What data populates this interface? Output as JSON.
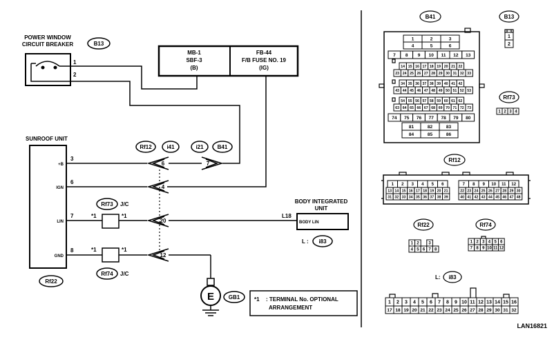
{
  "labels": {
    "breaker_title_1": "POWER WINDOW",
    "breaker_title_2": "CIRCUIT BREAKER",
    "breaker_pin1": "1",
    "breaker_pin2": "2",
    "b13_bubble": "B13",
    "fuse_left_1": "MB-1",
    "fuse_left_2": "SBF-3",
    "fuse_left_3": "(B)",
    "fuse_right_1": "FB-44",
    "fuse_right_2": "F/B FUSE NO. 19",
    "fuse_right_3": "(IG)",
    "sunroof_title": "SUNROOF UNIT",
    "pin_3": "3",
    "pin_6": "6",
    "pin_7": "7",
    "pin_8": "8",
    "term_b": "+B",
    "term_ign": "IGN",
    "term_lin": "LIN",
    "term_gnd": "GND",
    "rf22_bubble": "Rf22",
    "rf12_bubble": "Rf12",
    "i41_bubble": "i41",
    "i21_bubble": "i21",
    "b41_bubble": "B41",
    "conn_6": "6",
    "conn_7": "7",
    "conn_4": "4",
    "conn_20": "20",
    "conn_12": "12",
    "rf73_bubble": "Rf73",
    "rf74_bubble": "Rf74",
    "jc_1": "J/C",
    "jc_2": "J/C",
    "star1": "*1",
    "body_title_1": "BODY INTEGRATED",
    "body_title_2": "UNIT",
    "l18": "L18",
    "body_lin": "BODY LIN",
    "l_prefix": "L :",
    "i83_bubble": "i83",
    "gb1_bubble": "GB1",
    "ground_e": "E",
    "note_star": "*1",
    "note_1": ": TERMINAL No. OPTIONAL",
    "note_2": "ARRANGEMENT",
    "rp_b41": "B41",
    "rp_b13": "B13",
    "rp_rf73": "Rf73",
    "rp_rf12": "Rf12",
    "rp_rf22": "Rf22",
    "rp_rf74": "Rf74",
    "rp_l": "L:",
    "rp_i83": "i83",
    "code": "LAN16821"
  },
  "connectors": {
    "b41_top": [
      [
        "1",
        "2",
        "3"
      ],
      [
        "4",
        "5",
        "6"
      ],
      [
        "7",
        "8",
        "9",
        "10",
        "11",
        "12",
        "13"
      ]
    ],
    "b41_block1": [
      [
        "14",
        "15",
        "16",
        "17",
        "18",
        "19",
        "20",
        "21",
        "22"
      ],
      [
        "23",
        "24",
        "25",
        "26",
        "27",
        "28",
        "29",
        "30",
        "31",
        "32",
        "33"
      ]
    ],
    "b41_block2": [
      [
        "34",
        "35",
        "36",
        "37",
        "38",
        "39",
        "40",
        "41",
        "42"
      ],
      [
        "43",
        "44",
        "45",
        "46",
        "47",
        "48",
        "49",
        "50",
        "51",
        "52",
        "53"
      ]
    ],
    "b41_block3": [
      [
        "54",
        "55",
        "56",
        "57",
        "58",
        "59",
        "60",
        "61",
        "62"
      ],
      [
        "63",
        "64",
        "65",
        "66",
        "67",
        "68",
        "69",
        "70",
        "71",
        "72",
        "73"
      ]
    ],
    "b41_row4": [
      "74",
      "75",
      "76",
      "77",
      "78",
      "79",
      "80"
    ],
    "b41_bottom": [
      [
        "81",
        "82",
        "83"
      ],
      [
        "84",
        "85",
        "86"
      ]
    ],
    "b13": [
      "1",
      "2"
    ],
    "rf73": [
      "1",
      "2",
      "3",
      "4"
    ],
    "rf12_left": [
      [
        "1",
        "2",
        "3",
        "4",
        "5",
        "6"
      ],
      [
        "13",
        "14",
        "15",
        "16",
        "17",
        "18",
        "19",
        "20",
        "21"
      ],
      [
        "31",
        "32",
        "33",
        "34",
        "35",
        "36",
        "37",
        "38",
        "39"
      ]
    ],
    "rf12_right": [
      [
        "7",
        "8",
        "9",
        "10",
        "11",
        "12"
      ],
      [
        "22",
        "23",
        "24",
        "25",
        "26",
        "27",
        "28",
        "29",
        "30"
      ],
      [
        "40",
        "41",
        "42",
        "43",
        "44",
        "45",
        "46",
        "47",
        "48"
      ]
    ],
    "rf22": [
      [
        "1",
        "2",
        "",
        "3"
      ],
      [
        "4",
        "5",
        "6",
        "7",
        "8"
      ]
    ],
    "rf74": [
      [
        "1",
        "2",
        "3",
        "4",
        "5",
        "6"
      ],
      [
        "7",
        "8",
        "9",
        "10",
        "11",
        "12"
      ]
    ],
    "i83": [
      [
        "1",
        "2",
        "3",
        "4",
        "5",
        "6",
        "7",
        "8",
        "9",
        "10",
        "11",
        "12",
        "13",
        "14",
        "15",
        "16"
      ],
      [
        "17",
        "18",
        "19",
        "20",
        "21",
        "22",
        "23",
        "24",
        "25",
        "26",
        "27",
        "28",
        "29",
        "30",
        "31",
        "32"
      ]
    ]
  }
}
